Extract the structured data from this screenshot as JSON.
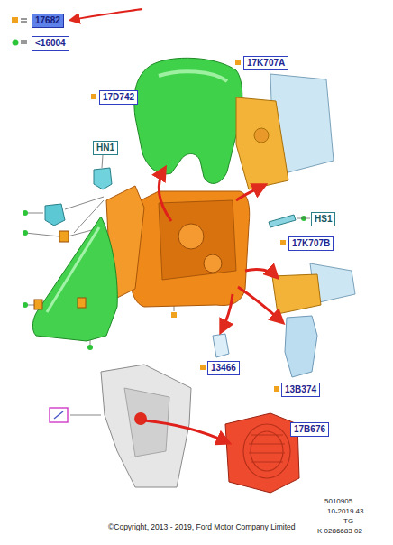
{
  "diagram": {
    "nodes": [
      {
        "text": [
          "17682"
        ]
      },
      {
        "text": [
          "<16004"
        ]
      },
      {
        "text": [
          "17D742"
        ]
      },
      {
        "text": [
          "17K707A"
        ]
      },
      {
        "text": [
          "HN1"
        ]
      },
      {
        "text": [
          "HS1"
        ]
      },
      {
        "text": [
          "17K707B"
        ]
      },
      {
        "text": [
          "13466"
        ]
      },
      {
        "text": [
          "13B374"
        ]
      },
      {
        "text": [
          "17B676"
        ]
      }
    ],
    "labels": [
      "5010905",
      "10-2019 43",
      "TG",
      "K 0286683 02",
      "©Copyright, 2013 - 2019, Ford Motor Company Limited"
    ]
  }
}
